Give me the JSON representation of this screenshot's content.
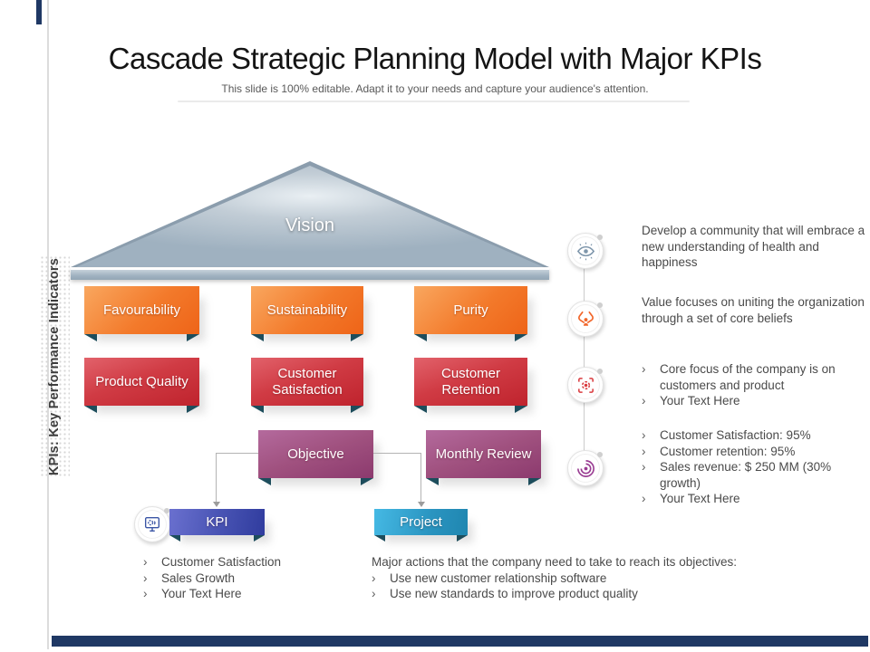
{
  "slide": {
    "title": "Cascade Strategic Planning Model with Major KPIs",
    "subtitle": "This slide is 100% editable. Adapt it to your needs and capture your audience's attention.",
    "side_label": "KPIs: Key Performance Indicators"
  },
  "pyramid": {
    "vision_label": "Vision"
  },
  "cascade": {
    "orange_row": [
      "Favourability",
      "Sustainability",
      "Purity"
    ],
    "red_row": [
      "Product Quality",
      "Customer Satisfaction",
      "Customer Retention"
    ],
    "purple_row": [
      "Objective",
      "Monthly Review"
    ],
    "kpi_label": "KPI",
    "project_label": "Project"
  },
  "right_panel": {
    "items": [
      {
        "icon": "eye-icon",
        "text": "Develop a community that will embrace a new understanding of health and happiness"
      },
      {
        "icon": "community-hands-icon",
        "text": "Value focuses on uniting the organization through a set of core beliefs"
      },
      {
        "icon": "focus-gear-icon",
        "bullets": [
          "Core focus of the company is on customers and product",
          "Your Text Here"
        ]
      },
      {
        "icon": "target-spiral-icon",
        "bullets": [
          "Customer Satisfaction: 95%",
          "Customer retention: 95%",
          "Sales revenue: $ 250 MM (30% growth)",
          "Your Text Here"
        ]
      }
    ]
  },
  "bottom": {
    "kpi_bullets": [
      "Customer Satisfaction",
      "Sales Growth",
      "Your Text Here"
    ],
    "project_heading": "Major actions that the company need to take to reach its objectives:",
    "project_bullets": [
      "Use new customer relationship software",
      "Use new standards to improve product quality"
    ]
  },
  "icons": {
    "kpi_badge": "monitor-gear-icon"
  },
  "colors": {
    "accent_navy": "#1f3864",
    "orange": "#f07022",
    "red": "#c9303a",
    "purple": "#9c4a7f",
    "kpi_blue": "#3f4aae",
    "project_blue": "#2d9cc9",
    "roof_gray": "#9fb0bd",
    "notch_teal": "#1d4d5c"
  }
}
